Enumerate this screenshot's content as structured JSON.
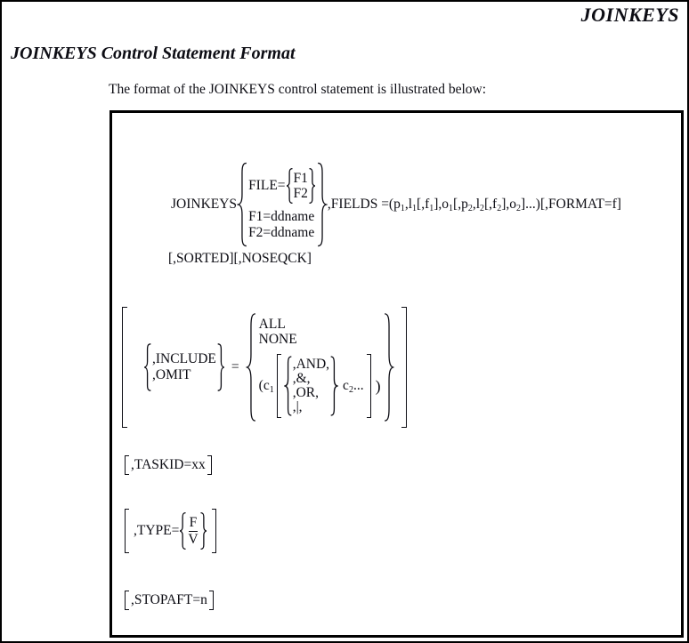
{
  "page": {
    "corner_title": "JOINKEYS",
    "heading": "JOINKEYS Control Statement Format",
    "intro": "The format of the JOINKEYS control statement is illustrated below:"
  },
  "syntax": {
    "keyword": "JOINKEYS",
    "file": {
      "label": "FILE=",
      "options": [
        "F1",
        "F2"
      ],
      "f1_ddname": "F1=ddname",
      "f2_ddname": "F2=ddname"
    },
    "fields_tokens": [
      [
        "t",
        ",FIELDS =(p"
      ],
      [
        "sub",
        "1"
      ],
      [
        "t",
        ",l"
      ],
      [
        "sub",
        "1"
      ],
      [
        "t",
        "[,f"
      ],
      [
        "sub",
        "1"
      ],
      [
        "t",
        "],o"
      ],
      [
        "sub",
        "1"
      ],
      [
        "t",
        "[,p"
      ],
      [
        "sub",
        "2"
      ],
      [
        "t",
        ",l"
      ],
      [
        "sub",
        "2"
      ],
      [
        "t",
        "[,f"
      ],
      [
        "sub",
        "2"
      ],
      [
        "t",
        "],o"
      ],
      [
        "sub",
        "2"
      ],
      [
        "t",
        "]...)[,FORMAT=f]"
      ]
    ],
    "sorted_line": "[,SORTED][,NOSEQCK]",
    "include": {
      "options": [
        ",INCLUDE",
        ",OMIT"
      ],
      "equals": "=",
      "all": "ALL",
      "none": "NONE",
      "c1_tokens": [
        [
          "t",
          "(c"
        ],
        [
          "sub",
          "1"
        ]
      ],
      "connectives": [
        ",AND,",
        ",&,",
        ",OR,",
        ",|,"
      ],
      "c2_tokens": [
        [
          "t",
          "c"
        ],
        [
          "sub",
          "2"
        ],
        [
          "t",
          "..."
        ]
      ],
      "close_paren": ")"
    },
    "taskid_label": ",TASKID=xx",
    "type": {
      "label": ",TYPE=",
      "options": [
        "F",
        "V"
      ]
    },
    "stopaft_label": ",STOPAFT=n"
  }
}
